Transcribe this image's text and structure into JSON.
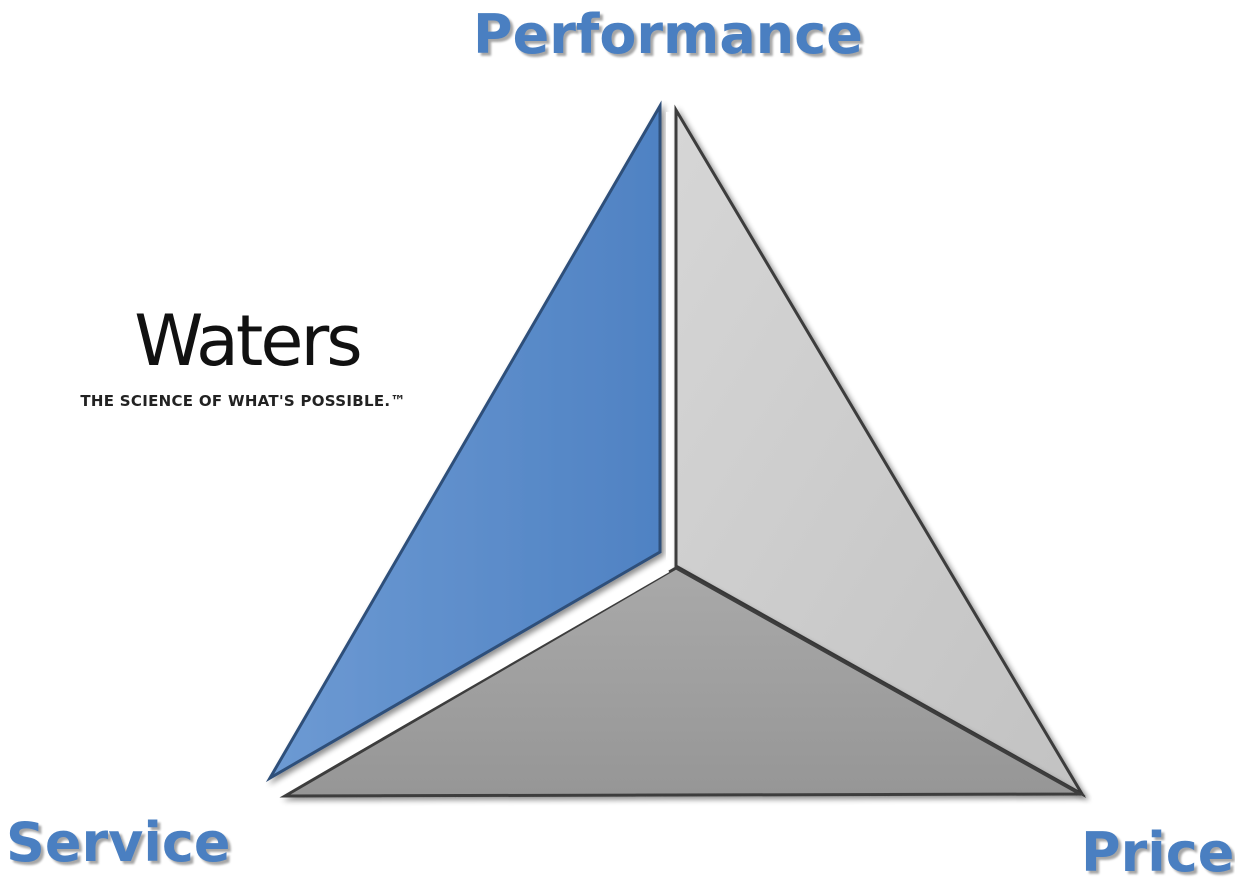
{
  "labels": {
    "top": "Performance",
    "left": "Service",
    "right": "Price"
  },
  "logo": {
    "wordmark": "Waters",
    "tagline": "THE SCIENCE OF WHAT'S POSSIBLE.™"
  },
  "colors": {
    "label_text": "#4a7fc1",
    "service_face": "#5588c8",
    "performance_face": "#c9c9c9",
    "price_face": "#9d9d9d",
    "edge": "#3a3a3a"
  }
}
